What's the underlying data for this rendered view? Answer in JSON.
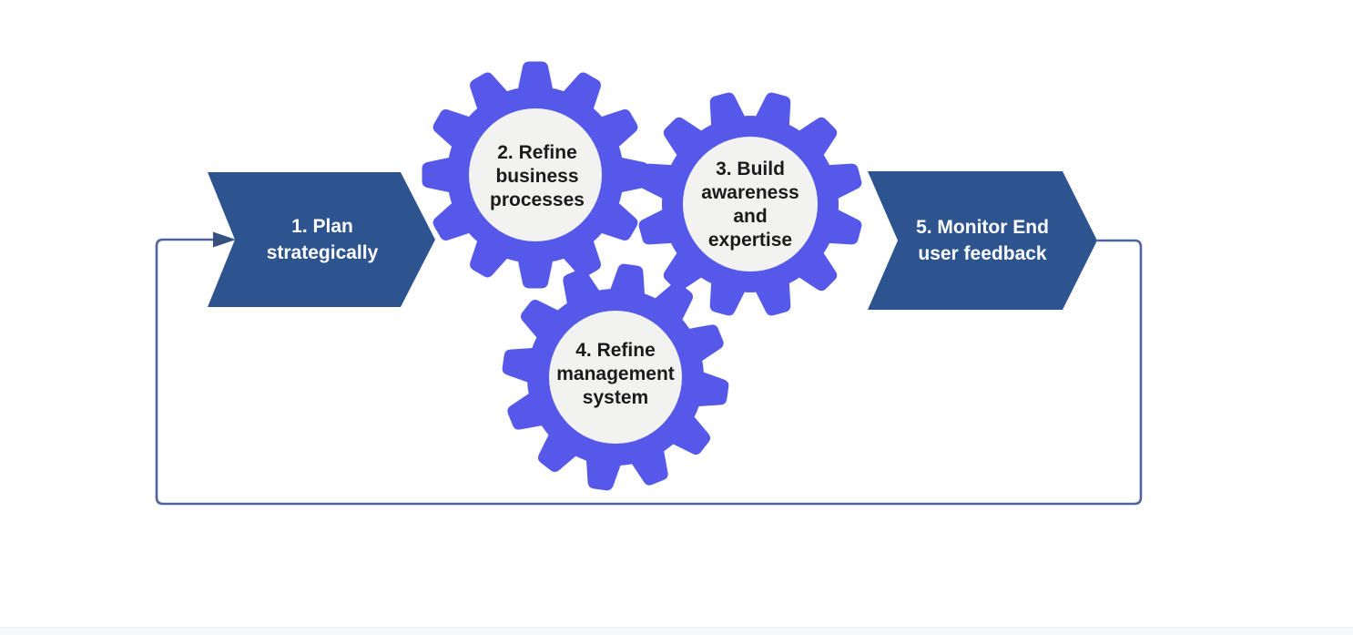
{
  "page": {
    "background": "#ffffff",
    "footer_strip_color": "#f7f8fa"
  },
  "colors": {
    "arrow_fill": "#2e5490",
    "arrow_text": "#ffffff",
    "gear_fill": "#5558e8",
    "gear_center_fill": "#f2f2f1",
    "gear_text": "#1b1b1b",
    "connector_stroke": "#4e649c",
    "arrowhead_fill": "#36507f"
  },
  "diagram": {
    "type": "process-loop",
    "steps": [
      {
        "id": "1",
        "shape": "chevron-arrow",
        "label": "1. Plan\nstrategically"
      },
      {
        "id": "2",
        "shape": "gear",
        "label": "2. Refine\nbusiness\nprocesses"
      },
      {
        "id": "3",
        "shape": "gear",
        "label": "3. Build\nawareness\nand\nexpertise"
      },
      {
        "id": "4",
        "shape": "gear",
        "label": "4. Refine\nmanagement\nsystem"
      },
      {
        "id": "5",
        "shape": "chevron-arrow",
        "label": "5. Monitor End\nuser feedback"
      }
    ]
  }
}
